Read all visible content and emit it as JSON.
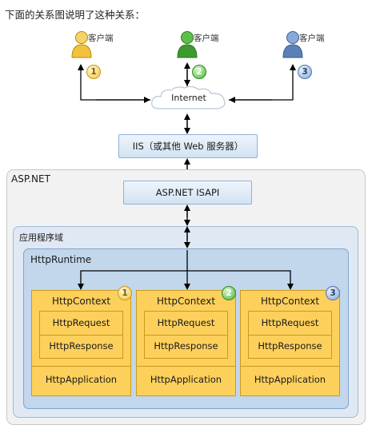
{
  "intro_text": "下面的关系图说明了这种关系：",
  "clients": [
    {
      "label": "客户端",
      "number": "1",
      "color": "#f2c23b"
    },
    {
      "label": "客户端",
      "number": "2",
      "color": "#3d9a2e"
    },
    {
      "label": "客户端",
      "number": "3",
      "color": "#5a80b8"
    }
  ],
  "internet_label": "Internet",
  "iis_label": "IIS（或其他 Web 服务器）",
  "aspnet_label": "ASP.NET",
  "isapi_label": "ASP.NET ISAPI",
  "appdomain_label": "应用程序域",
  "runtime_label": "HttpRuntime",
  "contexts": [
    {
      "title": "HttpContext",
      "request": "HttpRequest",
      "response": "HttpResponse",
      "application": "HttpApplication",
      "number": "1"
    },
    {
      "title": "HttpContext",
      "request": "HttpRequest",
      "response": "HttpResponse",
      "application": "HttpApplication",
      "number": "2"
    },
    {
      "title": "HttpContext",
      "request": "HttpRequest",
      "response": "HttpResponse",
      "application": "HttpApplication",
      "number": "3"
    }
  ]
}
